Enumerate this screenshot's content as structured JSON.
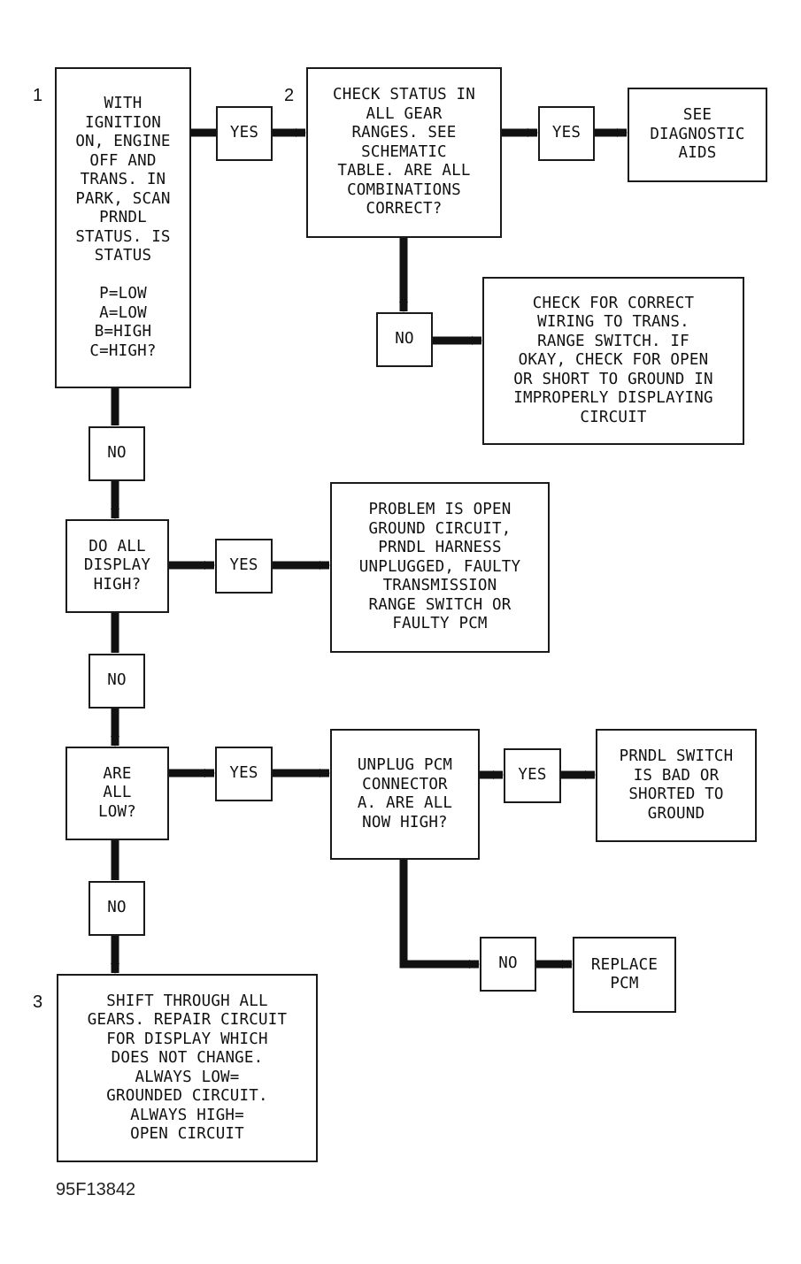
{
  "step_numbers": {
    "s1": "1",
    "s2": "2",
    "s3": "3"
  },
  "boxes": {
    "ignition_check": "WITH\nIGNITION\nON, ENGINE\nOFF AND\nTRANS. IN\nPARK, SCAN\nPRNDL\nSTATUS. IS\nSTATUS\n\nP=LOW\nA=LOW\nB=HIGH\nC=HIGH?",
    "gear_ranges_check": "CHECK STATUS IN\nALL GEAR\nRANGES. SEE\nSCHEMATIC\nTABLE. ARE ALL\nCOMBINATIONS\nCORRECT?",
    "see_diag_aids": "SEE\nDIAGNOSTIC\nAIDS",
    "check_wiring": "CHECK FOR CORRECT\nWIRING TO TRANS.\nRANGE SWITCH. IF\nOKAY, CHECK FOR OPEN\nOR SHORT TO GROUND IN\nIMPROPERLY DISPLAYING\nCIRCUIT",
    "all_high_q": "DO ALL\nDISPLAY\nHIGH?",
    "open_ground": "PROBLEM IS OPEN\nGROUND CIRCUIT,\nPRNDL HARNESS\nUNPLUGGED, FAULTY\nTRANSMISSION\nRANGE SWITCH OR\nFAULTY PCM",
    "all_low_q": "ARE\nALL\nLOW?",
    "unplug_pcm": "UNPLUG PCM\nCONNECTOR\nA. ARE ALL\nNOW HIGH?",
    "prndl_bad": "PRNDL SWITCH\nIS BAD OR\nSHORTED TO\nGROUND",
    "replace_pcm": "REPLACE\nPCM",
    "shift_gears": "SHIFT THROUGH ALL\nGEARS. REPAIR CIRCUIT\nFOR DISPLAY WHICH\nDOES NOT CHANGE.\nALWAYS LOW=\nGROUNDED CIRCUIT.\nALWAYS HIGH=\nOPEN CIRCUIT"
  },
  "answers": {
    "yes_1": "YES",
    "yes_2": "YES",
    "no_2": "NO",
    "no_1": "NO",
    "yes_3": "YES",
    "no_3": "NO",
    "yes_4": "YES",
    "yes_5": "YES",
    "no_4": "NO",
    "no_5": "NO"
  },
  "figure_id": "95F13842",
  "colors": {
    "ink": "#111111",
    "background": "#ffffff"
  }
}
